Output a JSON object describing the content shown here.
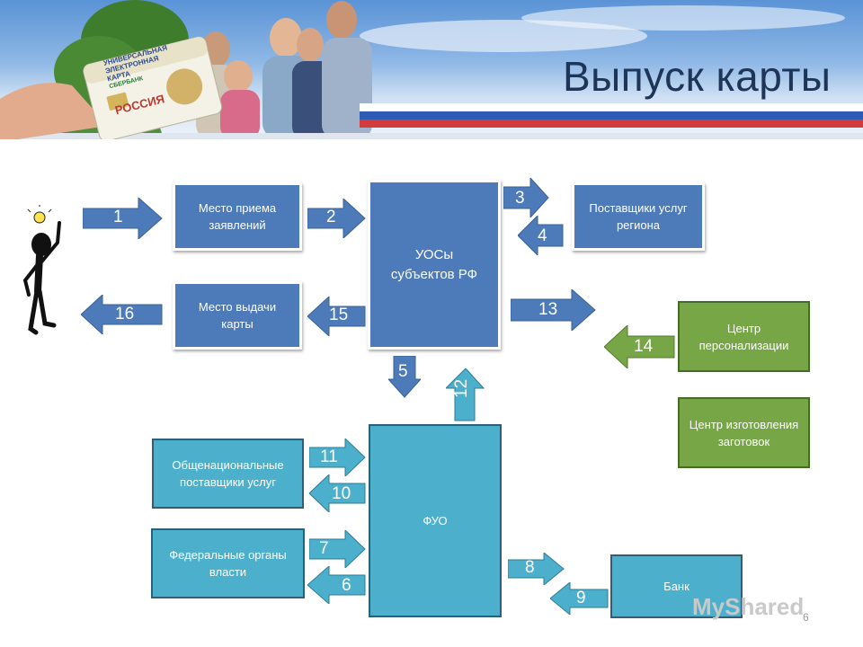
{
  "slide": {
    "title": "Выпуск карты",
    "page_number": "6",
    "watermark": "MyShared"
  },
  "card_image": {
    "line1": "УНИВЕРСАЛЬНАЯ",
    "line2": "ЭЛЕКТРОННАЯ",
    "line3": "КАРТА",
    "line4": "РОССИЯ",
    "brand": "СБЕРБАНК"
  },
  "boxes": {
    "application_place": "Место приема заявлений",
    "issue_place": "Место выдачи карты",
    "uosy": "УОСы субъектов РФ",
    "regional_providers": "Поставщики услуг региона",
    "personalization_center": "Центр персонализации",
    "blank_production_center": "Центр изготовления заготовок",
    "national_providers": "Общенациональные поставщики услуг",
    "federal_authorities": "Федеральные органы власти",
    "fuo": "ФУО",
    "bank": "Банк"
  },
  "arrows": {
    "a1": "1",
    "a2": "2",
    "a3": "3",
    "a4": "4",
    "a5": "5",
    "a6": "6",
    "a7": "7",
    "a8": "8",
    "a9": "9",
    "a10": "10",
    "a11": "11",
    "a12": "12",
    "a13": "13",
    "a14": "14",
    "a15": "15",
    "a16": "16"
  },
  "colors": {
    "blue_box": "#4d7ab8",
    "teal_box": "#4cb0cc",
    "green_box": "#77a646",
    "title": "#1d3557"
  }
}
